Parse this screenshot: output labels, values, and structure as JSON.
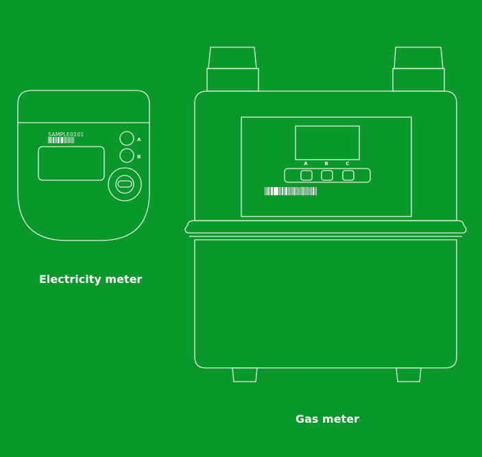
{
  "electricity_meter": {
    "caption": "Electricity meter",
    "serial": "SAMPLE0101",
    "buttons": [
      "A",
      "B"
    ]
  },
  "gas_meter": {
    "caption": "Gas meter",
    "buttons": [
      "A",
      "B",
      "C"
    ]
  },
  "colors": {
    "background": "#0b982b",
    "line": "#e6f2e6"
  }
}
